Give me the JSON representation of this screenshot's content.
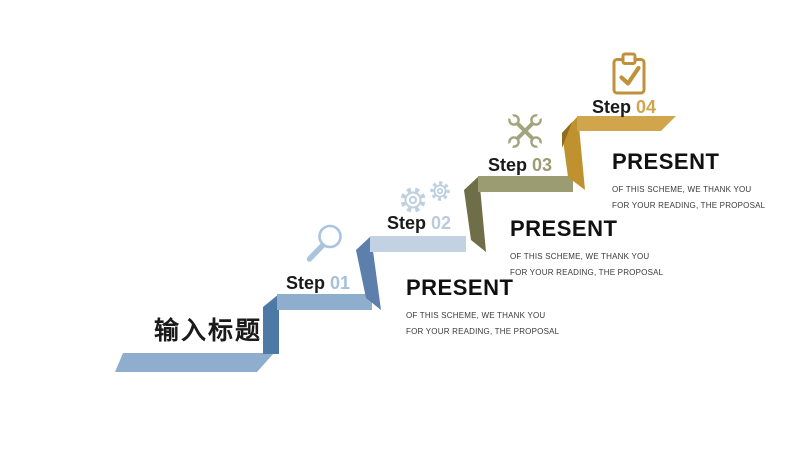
{
  "slide": {
    "title": "输入标题",
    "steps": [
      {
        "name": "Step",
        "number": "01",
        "icon": "magnifier-icon"
      },
      {
        "name": "Step",
        "number": "02",
        "icon": "gears-icon"
      },
      {
        "name": "Step",
        "number": "03",
        "icon": "wrenches-icon"
      },
      {
        "name": "Step",
        "number": "04",
        "icon": "clipboard-icon"
      }
    ],
    "descriptions": [
      {
        "heading": "PRESENT",
        "line1": "OF THIS SCHEME, WE THANK YOU",
        "line2": "FOR YOUR READING, THE PROPOSAL"
      },
      {
        "heading": "PRESENT",
        "line1": "OF THIS SCHEME, WE THANK YOU",
        "line2": "FOR YOUR READING, THE PROPOSAL"
      },
      {
        "heading": "PRESENT",
        "line1": "OF THIS SCHEME, WE THANK YOU",
        "line2": "FOR YOUR READING, THE PROPOSAL"
      }
    ],
    "colors": {
      "tread_blue": "#8FAECD",
      "fold_blue_dark": "#4D79A7",
      "fold_blue_mid": "#5D7FAB",
      "tread_blue_pale": "#C3D2E3",
      "tread_olive": "#9C9C73",
      "fold_olive_dark": "#6E6E48",
      "tread_gold": "#D1A54C",
      "fold_gold_dark": "#C0922F",
      "fold_gold_shadow": "#8E6D1F",
      "number_01": "#A8BFDA",
      "number_02": "#BBCBDE",
      "number_03": "#9C9C73",
      "number_04": "#D1A54C",
      "icon_magnifier": "#A9C4DE",
      "icon_gears": "#BECFE0",
      "icon_wrenches": "#A2A47C",
      "icon_clipboard": "#C0913A",
      "text_dark": "#1A1A1A",
      "text_sub": "#3A3A3A"
    }
  }
}
